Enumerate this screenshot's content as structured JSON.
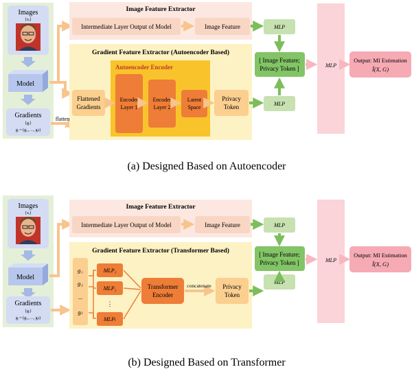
{
  "panel_a": {
    "caption": "(a) Designed Based on Autoencoder",
    "images_label": "Images",
    "images_sub": "{xᵢ}",
    "model_label": "Model",
    "gradients_label": "Gradients",
    "gradients_sub1": "{gᵢ}",
    "gradients_sub2": "gᵢ = (gᵢ₁, ..., gᵢₗ)",
    "flatten_label": "flatten",
    "ife_title": "Image Feature Extractor",
    "intermediate_label": "Intermediate Layer Output of Model",
    "image_feature_label": "Image Feature",
    "mlp_label": "MLP",
    "gfe_title": "Gradient Feature Extractor (Autoencoder Based)",
    "ae_title": "Autoencoder Encoder",
    "flattened_l1": "Flattened",
    "flattened_l2": "Gradients",
    "enc1_l1": "Encoder",
    "enc1_l2": "Layer 1",
    "enc2_l1": "Encoder",
    "enc2_l2": "Layer 2",
    "latent_l1": "Latent",
    "latent_l2": "Space",
    "privacy_l1": "Privacy",
    "privacy_l2": "Token",
    "concat_l1": "[ Image Feature;",
    "concat_l2": "Privacy Token ]",
    "output_l1": "Output: MI Estimation",
    "output_l2": "Î(X, G)"
  },
  "panel_b": {
    "caption": "(b) Designed Based on Transformer",
    "images_label": "Images",
    "images_sub": "{xᵢ}",
    "model_label": "Model",
    "gradients_label": "Gradients",
    "gradients_sub1": "{gᵢ}",
    "gradients_sub2": "gᵢ = (gᵢ₁, ..., gᵢₗ)",
    "ife_title": "Image Feature Extractor",
    "intermediate_label": "Intermediate Layer Output of Model",
    "image_feature_label": "Image Feature",
    "mlp_label": "MLP",
    "gfe_title": "Gradient Feature Extractor (Transformer Based)",
    "g_items": [
      "gᵢ₁",
      "gᵢ₂",
      "...",
      "gᵢₗ"
    ],
    "mlp_items": [
      "MLP₁",
      "MLP₂",
      "⋮",
      "MLPₗ"
    ],
    "transformer_l1": "Transformer",
    "transformer_l2": "Encoder",
    "concatenate_label": "concatenate",
    "privacy_l1": "Privacy",
    "privacy_l2": "Token",
    "concat_l1": "[ Image Feature;",
    "concat_l2": "Privacy Token ]",
    "output_l1": "Output: MI Estimation",
    "output_l2": "Î(X, G)"
  },
  "colors": {
    "green_bg": "#e4efd8",
    "peach_bg": "#fce8e0",
    "yellow_bg": "#fdf2c4",
    "gold": "#f9c42b",
    "orange_dark": "#ee7d37",
    "orange_light": "#fbcf90",
    "mlp_green": "#c7e1b0",
    "concat_green": "#82c466",
    "pink": "#f9c7cd",
    "arrow_orange": "#f7c48e",
    "arrow_blue": "#a4b9e3",
    "arrow_green": "#7dbd5c",
    "model_blue": "#b7c6ec"
  }
}
